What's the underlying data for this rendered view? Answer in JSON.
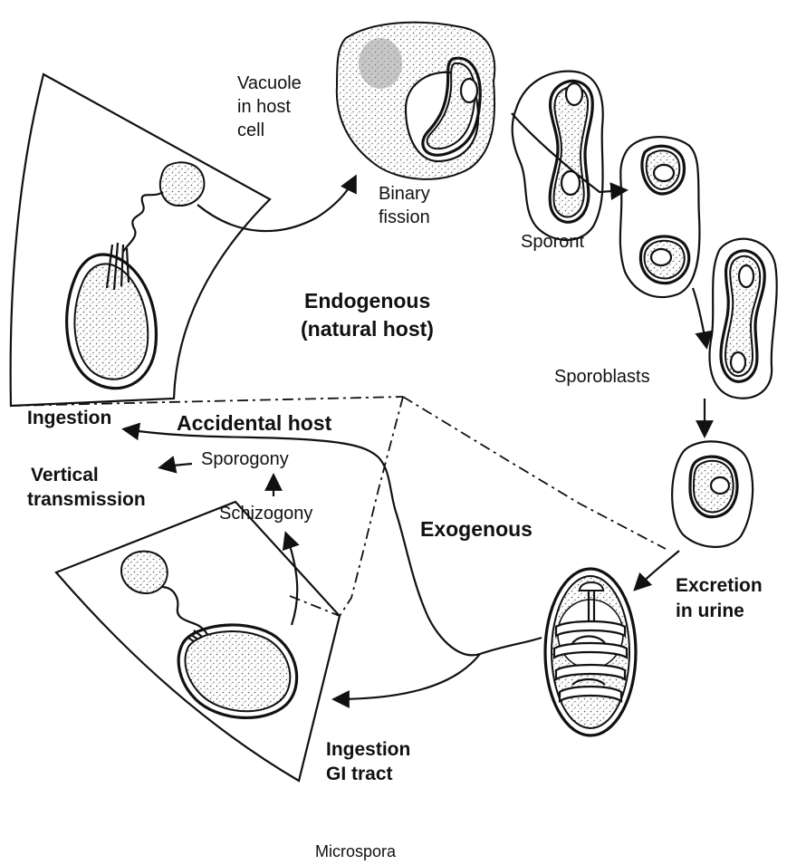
{
  "labels": {
    "vacuole": [
      "Vacuole",
      "in host",
      "cell"
    ],
    "binary_fission": [
      "Binary",
      "fission"
    ],
    "sporont": "Sporont",
    "sporoblasts": "Sporoblasts",
    "endogenous": [
      "Endogenous",
      "(natural host)"
    ],
    "exogenous": "Exogenous",
    "accidental_host": "Accidental host",
    "ingestion_top": "Ingestion",
    "vertical_transmission": [
      "Vertical",
      "transmission"
    ],
    "sporogony": "Sporogony",
    "schizogony": "Schizogony",
    "excretion": [
      "Excretion",
      "in urine"
    ],
    "ingestion_gi": [
      "Ingestion",
      "GI tract"
    ],
    "caption": "Microspora"
  }
}
